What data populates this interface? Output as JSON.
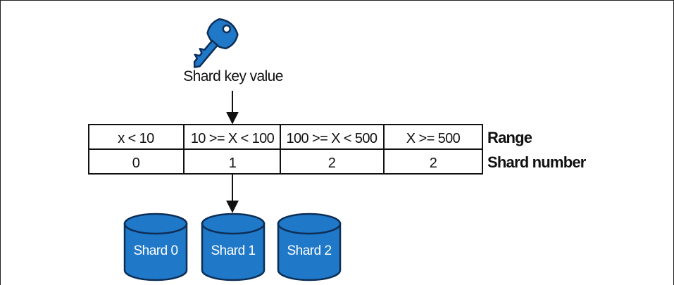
{
  "key": {
    "label": "Shard key value",
    "icon": "key-icon",
    "color": "#1f78c8"
  },
  "table": {
    "row_label_range": "Range",
    "row_label_shard": "Shard number",
    "ranges": [
      "x < 10",
      "10 >= X < 100",
      "100 >= X < 500",
      "X >= 500"
    ],
    "shard_numbers": [
      "0",
      "1",
      "2",
      "2"
    ]
  },
  "shards": [
    {
      "label": "Shard 0",
      "icon": "database-icon"
    },
    {
      "label": "Shard 1",
      "icon": "database-icon"
    },
    {
      "label": "Shard 2",
      "icon": "database-icon"
    }
  ],
  "colors": {
    "shard_fill": "#1f78c8",
    "shard_stroke": "#0d2f57",
    "line": "#111111"
  }
}
